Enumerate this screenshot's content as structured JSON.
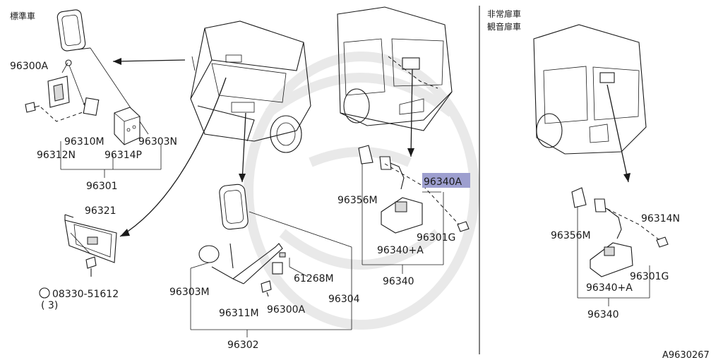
{
  "headers": {
    "standard": "標準車",
    "non_emergency_line1": "非常扉車",
    "non_emergency_line2": "観音扉車"
  },
  "diagram_code": "A9630267",
  "highlight_color": "#9d9fcf",
  "labels": {
    "p96300A_top": "96300A",
    "p96310M": "96310M",
    "p96303N": "96303N",
    "p96312N": "96312N",
    "p96314P": "96314P",
    "p96301": "96301",
    "p96321": "96321",
    "p08330": "08330-51612",
    "p08330_qty": "( 3)",
    "p96303M": "96303M",
    "p61268M": "61268M",
    "p96311M": "96311M",
    "p96300A_bot": "96300A",
    "p96304": "96304",
    "p96302": "96302",
    "p96356M_mid": "96356M",
    "p96340A": "96340A",
    "p96301G_mid": "96301G",
    "p96340pA_mid": "96340+A",
    "p96340_mid": "96340",
    "p96356M_right": "96356M",
    "p96314N": "96314N",
    "p96301G_right": "96301G",
    "p96340pA_right": "96340+A",
    "p96340_right": "96340"
  }
}
